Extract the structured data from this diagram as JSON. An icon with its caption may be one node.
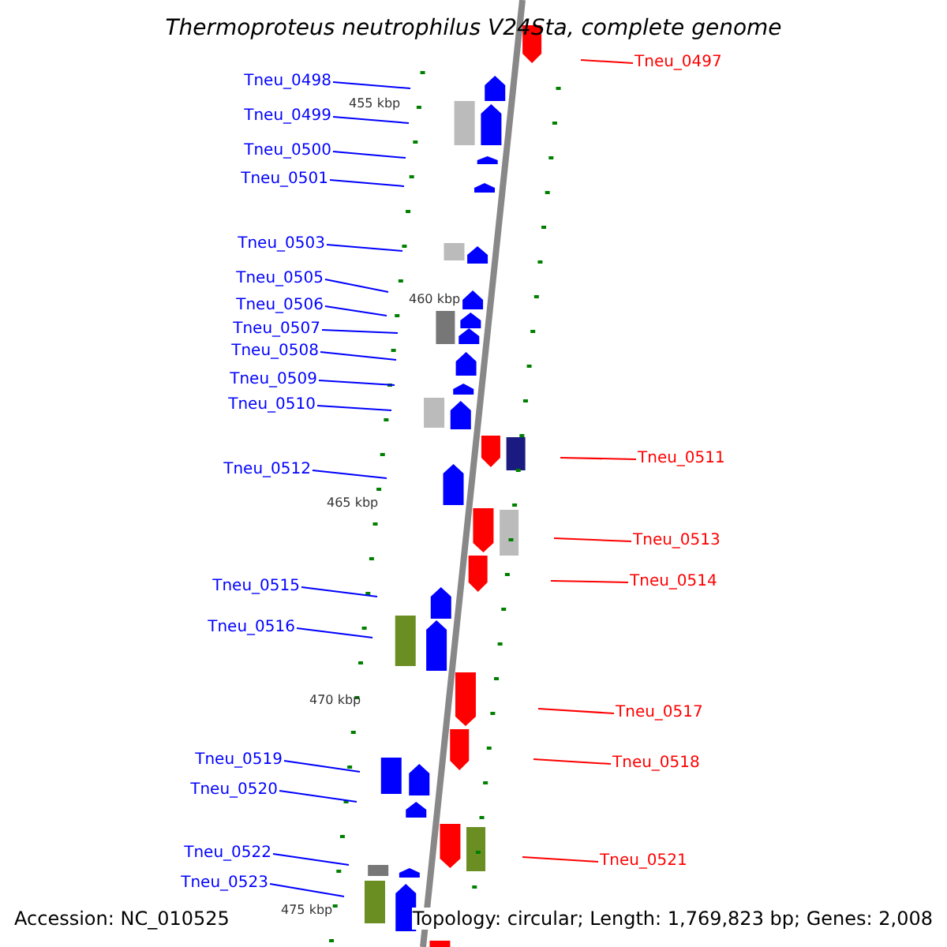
{
  "diagram": {
    "title": "Thermoproteus neutrophilus V24Sta, complete genome",
    "nodes": [
      {
        "text": [
          "Tneu_0497"
        ]
      },
      {
        "text": [
          "Tneu_0498"
        ]
      },
      {
        "text": [
          "Tneu_0499"
        ]
      },
      {
        "text": [
          "Tneu_0500"
        ]
      },
      {
        "text": [
          "Tneu_0501"
        ]
      },
      {
        "text": [
          "Tneu_0503"
        ]
      },
      {
        "text": [
          "Tneu_0505"
        ]
      },
      {
        "text": [
          "Tneu_0506"
        ]
      },
      {
        "text": [
          "Tneu_0507"
        ]
      },
      {
        "text": [
          "Tneu_0508"
        ]
      },
      {
        "text": [
          "Tneu_0509"
        ]
      },
      {
        "text": [
          "Tneu_0510"
        ]
      },
      {
        "text": [
          "Tneu_0511"
        ]
      },
      {
        "text": [
          "Tneu_0512"
        ]
      },
      {
        "text": [
          "Tneu_0513"
        ]
      },
      {
        "text": [
          "Tneu_0514"
        ]
      },
      {
        "text": [
          "Tneu_0515"
        ]
      },
      {
        "text": [
          "Tneu_0516"
        ]
      },
      {
        "text": [
          "Tneu_0517"
        ]
      },
      {
        "text": [
          "Tneu_0518"
        ]
      },
      {
        "text": [
          "Tneu_0519"
        ]
      },
      {
        "text": [
          "Tneu_0520"
        ]
      },
      {
        "text": [
          "Tneu_0522"
        ]
      },
      {
        "text": [
          "Tneu_0521"
        ]
      },
      {
        "text": [
          "Tneu_0523"
        ]
      }
    ],
    "edges": [
      {
        "from": 0,
        "to": null,
        "arrow": "none",
        "color": "#ff0000"
      },
      {
        "from": 1,
        "to": null,
        "arrow": "none"
      },
      {
        "from": 2,
        "to": null,
        "arrow": "none"
      },
      {
        "from": 3,
        "to": null,
        "arrow": "none"
      },
      {
        "from": 4,
        "to": null,
        "arrow": "none"
      },
      {
        "from": 5,
        "to": null,
        "arrow": "none"
      },
      {
        "from": 6,
        "to": null,
        "arrow": "none"
      },
      {
        "from": 7,
        "to": null,
        "arrow": "none"
      },
      {
        "from": 8,
        "to": null,
        "arrow": "none"
      },
      {
        "from": 9,
        "to": null,
        "arrow": "none"
      },
      {
        "from": 10,
        "to": null,
        "arrow": "none"
      },
      {
        "from": 11,
        "to": null,
        "arrow": "none"
      },
      {
        "from": 12,
        "to": null,
        "arrow": "none",
        "color": "#ff0000"
      },
      {
        "from": 13,
        "to": null,
        "arrow": "none"
      },
      {
        "from": 14,
        "to": null,
        "arrow": "none",
        "color": "#ff0000"
      },
      {
        "from": 15,
        "to": null,
        "arrow": "none",
        "color": "#ff0000"
      },
      {
        "from": 16,
        "to": null,
        "arrow": "none"
      },
      {
        "from": 17,
        "to": null,
        "arrow": "none"
      },
      {
        "from": 18,
        "to": null,
        "arrow": "none",
        "color": "#ff0000"
      },
      {
        "from": 19,
        "to": null,
        "arrow": "none",
        "color": "#ff0000"
      },
      {
        "from": 20,
        "to": null,
        "arrow": "none"
      },
      {
        "from": 21,
        "to": null,
        "arrow": "none"
      },
      {
        "from": 22,
        "to": null,
        "arrow": "none"
      },
      {
        "from": 23,
        "to": null,
        "arrow": "none",
        "color": "#ff0000"
      },
      {
        "from": 24,
        "to": null,
        "arrow": "none"
      }
    ],
    "labels": [
      "455 kbp",
      "460 kbp",
      "465 kbp",
      "470 kbp",
      "475 kbp",
      "Accession: NC_010525",
      "Topology: circular; Length: 1,769,823 bp; Genes: 2,008"
    ]
  }
}
